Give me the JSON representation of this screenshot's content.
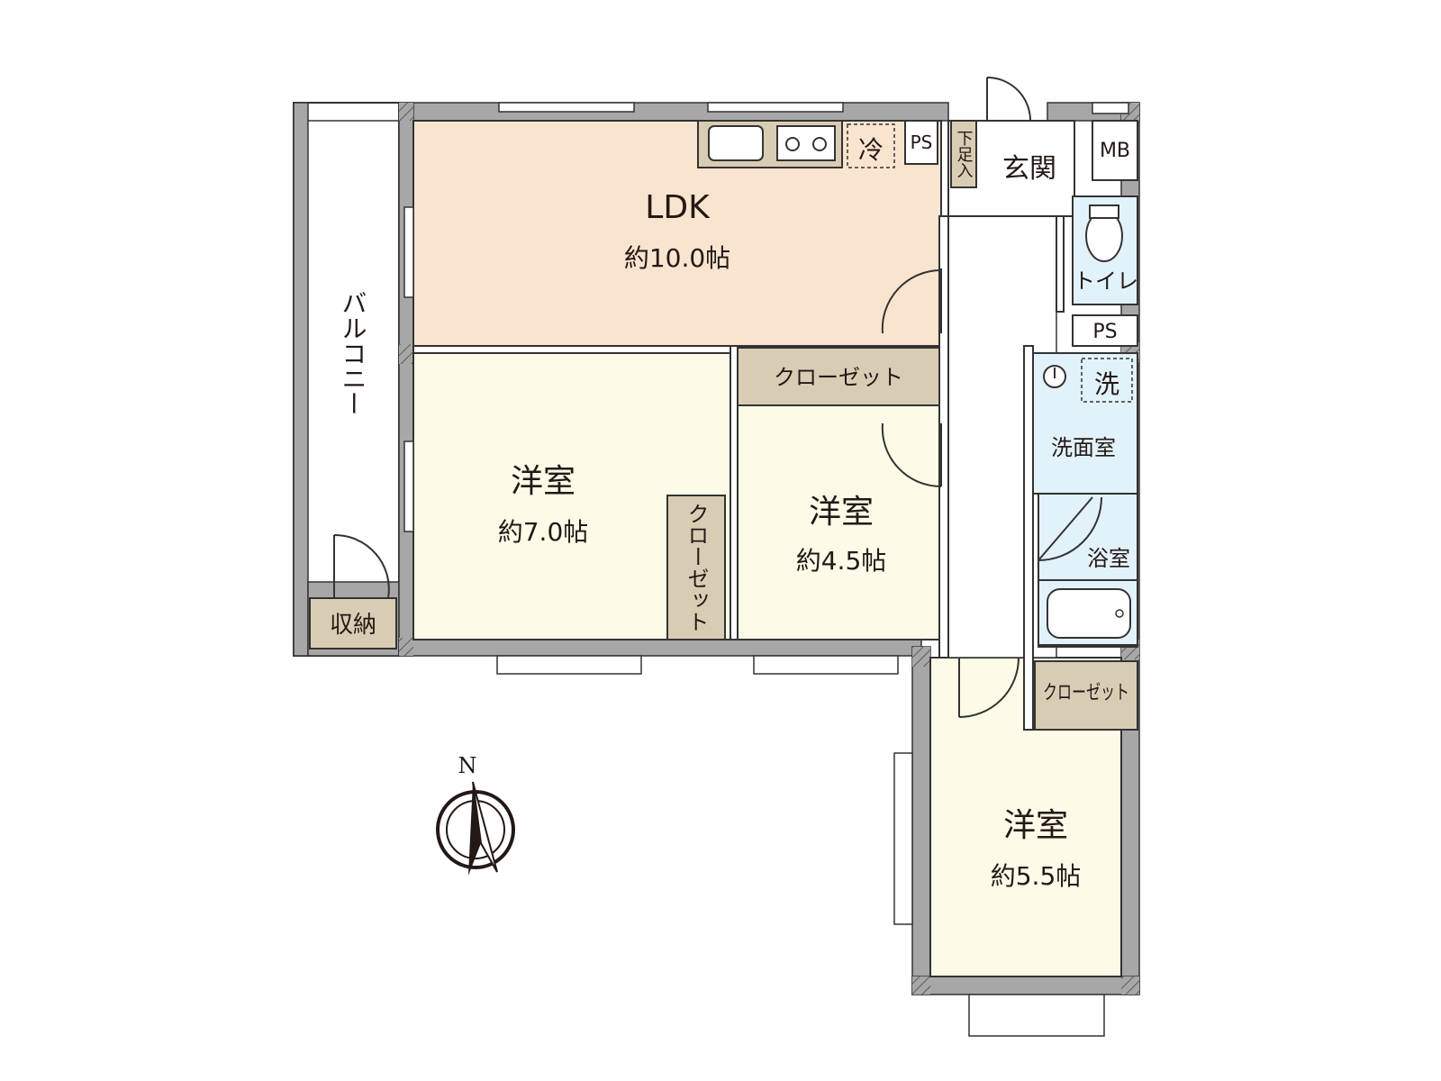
{
  "rooms": {
    "ldk": {
      "name": "LDK",
      "size": "約10.0帖"
    },
    "western_1": {
      "name": "洋室",
      "size": "約7.0帖"
    },
    "western_2": {
      "name": "洋室",
      "size": "約4.5帖"
    },
    "western_3": {
      "name": "洋室",
      "size": "約5.5帖"
    },
    "entrance": "玄関",
    "toilet": "トイレ",
    "washroom": "洗面室",
    "bathroom": "浴室",
    "balcony": "バルコニー"
  },
  "storage": {
    "closet_ldk": "クローゼット",
    "closet_room1": "クローゼット",
    "closet_room3": "クローゼット",
    "balcony_storage": "収納",
    "shoe_box": "下足入"
  },
  "fixtures": {
    "fridge": "冷",
    "washer": "洗",
    "ps_kitchen": "PS",
    "ps_hall": "PS",
    "meter_box": "MB"
  },
  "compass": {
    "north_label": "N"
  },
  "colors": {
    "ldk": "#f9e4d0",
    "western": "#fdfbe8",
    "wet_area": "#e2f2fb",
    "storage": "#d8cdb4",
    "wall": "#a7a7a7"
  }
}
